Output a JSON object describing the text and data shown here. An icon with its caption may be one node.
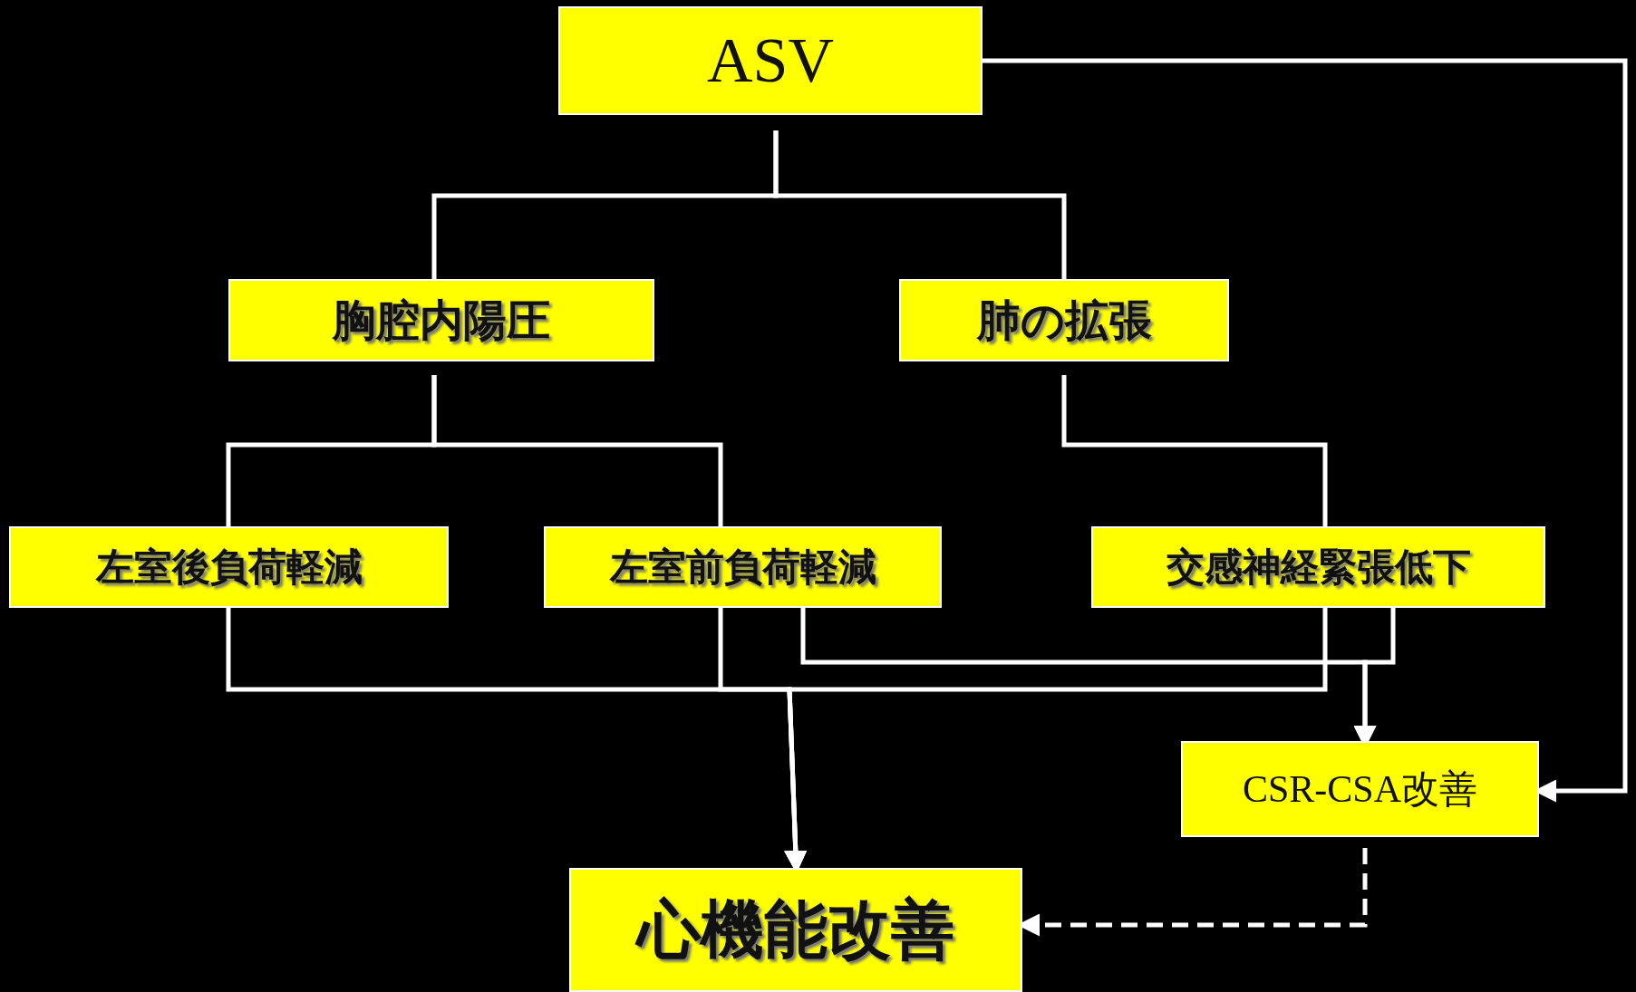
{
  "diagram": {
    "nodes": [
      {
        "text": [
          "ASV"
        ]
      },
      {
        "text": [
          "胸腔内陽圧"
        ]
      },
      {
        "text": [
          "肺の拡張"
        ]
      },
      {
        "text": [
          "左室後負荷軽減"
        ]
      },
      {
        "text": [
          "左室前負荷軽減"
        ]
      },
      {
        "text": [
          "交感神経緊張低下"
        ]
      },
      {
        "text": [
          "CSR-CSA改善"
        ]
      },
      {
        "text": [
          "心機能改善"
        ]
      }
    ],
    "edges": [
      {
        "from": 0,
        "to": 1,
        "arrow": "none"
      },
      {
        "from": 0,
        "to": 2,
        "arrow": "none"
      },
      {
        "from": 1,
        "to": 3,
        "arrow": "none"
      },
      {
        "from": 1,
        "to": 4,
        "arrow": "none"
      },
      {
        "from": 2,
        "to": 5,
        "arrow": "none"
      },
      {
        "from": 3,
        "to": 7,
        "arrow": "to"
      },
      {
        "from": 4,
        "to": 7,
        "arrow": "to"
      },
      {
        "from": 5,
        "to": 7,
        "arrow": "to"
      },
      {
        "from": 4,
        "to": 6,
        "arrow": "to"
      },
      {
        "from": 5,
        "to": 6,
        "arrow": "to"
      },
      {
        "from": 0,
        "to": 6,
        "arrow": "to"
      },
      {
        "from": 6,
        "to": 7,
        "arrow": "to",
        "style": "dashed"
      }
    ]
  }
}
